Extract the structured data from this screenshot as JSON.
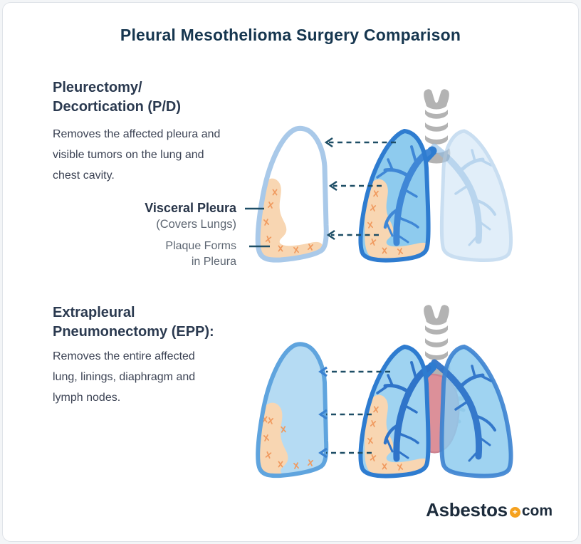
{
  "title": "Pleural Mesothelioma Surgery Comparison",
  "pd_section": {
    "heading_line1": "Pleurectomy/",
    "heading_line2": "Decortication (P/D)",
    "description_line1": "Removes the affected pleura and",
    "description_line2": "visible tumors on the lung and",
    "description_line3": "chest cavity.",
    "labels": {
      "visceral_pleura_title": "Visceral Pleura",
      "visceral_pleura_sub": "(Covers Lungs)",
      "plaque_line1": "Plaque Forms",
      "plaque_line2": "in Pleura"
    }
  },
  "epp_section": {
    "heading_line1": "Extrapleural",
    "heading_line2": "Pneumonectomy (EPP):",
    "description_line1": "Removes the entire affected",
    "description_line2": "lung, linings, diaphragm and",
    "description_line3": "lymph nodes."
  },
  "logo": {
    "brand": "Asbestos",
    "plus": "+",
    "tld": "com"
  },
  "colors": {
    "title_text": "#16364f",
    "heading_text": "#2b3a50",
    "body_text": "#3c4354",
    "label_gray": "#5d6672",
    "arrow_navy": "#1e4e66",
    "arrowhead_blue": "#3b82d0",
    "lung_blue_fill": "#8ecbee",
    "lung_border_blue": "#2e7cd0",
    "bronchi_blue": "#3f87d6",
    "pale_lung_fill": "#cfe4f6",
    "pale_lung_border": "#a9cbe9",
    "pleura_outline": "#a9c9e9",
    "extracted_lung_fill": "#b5dbf3",
    "extracted_lung_border": "#5fa4de",
    "plaque_peach": "#f8d6b2",
    "plaque_mark_orange": "#f09a5f",
    "trachea_gray": "#b3b3b3",
    "heart_pink": "#dc9099",
    "heart_vessel_gray": "#a6bed0",
    "logo_navy": "#1d2c3c",
    "logo_orange": "#f5a11e"
  }
}
